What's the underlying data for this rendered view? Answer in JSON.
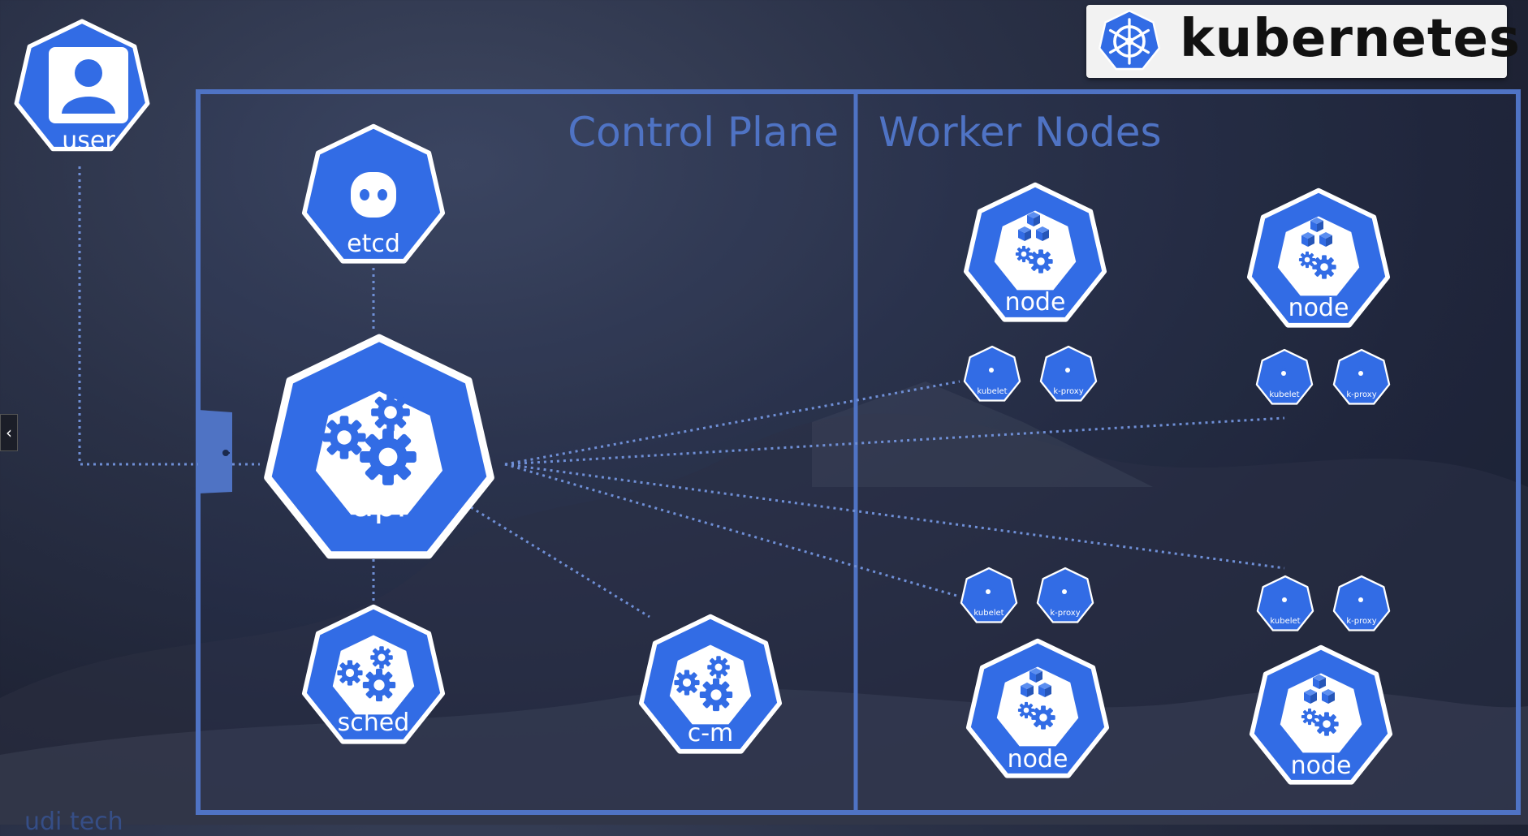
{
  "brand": {
    "wordmark": "kubernetes",
    "accent": "#326ce5"
  },
  "sections": {
    "control_plane": "Control Plane",
    "worker_nodes": "Worker Nodes"
  },
  "components": {
    "user": "user",
    "etcd": "etcd",
    "api": "api",
    "sched": "sched",
    "cm": "c-m",
    "node": "node",
    "kubelet": "kubelet",
    "kproxy": "k-proxy"
  },
  "watermark": "udi tech",
  "icons": [
    "user-icon",
    "etcd-icon",
    "gears-icon",
    "cubes-gears-icon",
    "helm-wheel-icon",
    "chevron-left-icon"
  ]
}
